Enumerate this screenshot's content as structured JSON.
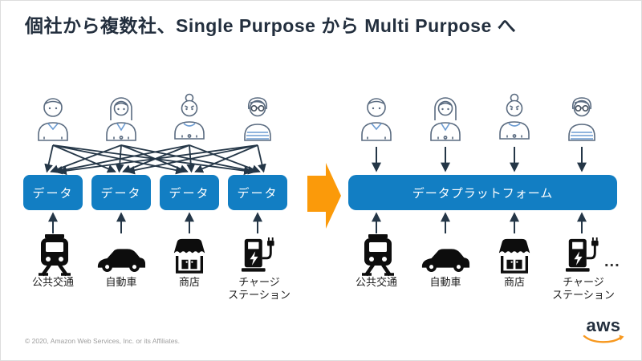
{
  "title": "個社から複数社、Single Purpose から Multi Purpose へ",
  "colors": {
    "box_blue": "#127EC3",
    "arrow_orange": "#FB9A0A",
    "ink": "#232F3E",
    "line": "#243647"
  },
  "left_panel": {
    "data_boxes": [
      "データ",
      "データ",
      "データ",
      "データ"
    ],
    "sources": [
      {
        "icon": "train-icon",
        "label": "公共交通"
      },
      {
        "icon": "car-icon",
        "label": "自動車"
      },
      {
        "icon": "shop-icon",
        "label": "商店"
      },
      {
        "icon": "charging-station-icon",
        "label_lines": [
          "チャージ",
          "ステーション"
        ]
      }
    ]
  },
  "right_panel": {
    "platform_label": "データプラットフォーム",
    "sources": [
      {
        "icon": "train-icon",
        "label": "公共交通"
      },
      {
        "icon": "car-icon",
        "label": "自動車"
      },
      {
        "icon": "shop-icon",
        "label": "商店"
      },
      {
        "icon": "charging-station-icon",
        "label_lines": [
          "チャージ",
          "ステーション"
        ]
      }
    ],
    "ellipsis": "..."
  },
  "footer": {
    "copyright": "© 2020, Amazon Web Services, Inc. or its Affiliates."
  },
  "aws_logo": {
    "text": "aws"
  }
}
